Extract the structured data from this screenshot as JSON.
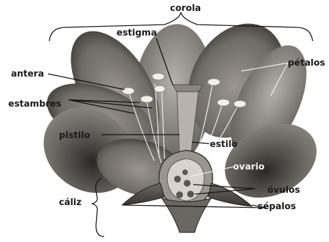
{
  "labels": {
    "corola": "corola",
    "estigma": "estigma",
    "petalos": "pétalos",
    "antera": "antera",
    "estambres": "estambres",
    "pistilo": "pistilo",
    "estilo": "estilo",
    "ovario": "ovario",
    "ovulos": "óvulos",
    "caliz": "cáliz",
    "sepalos": "sépalos"
  }
}
